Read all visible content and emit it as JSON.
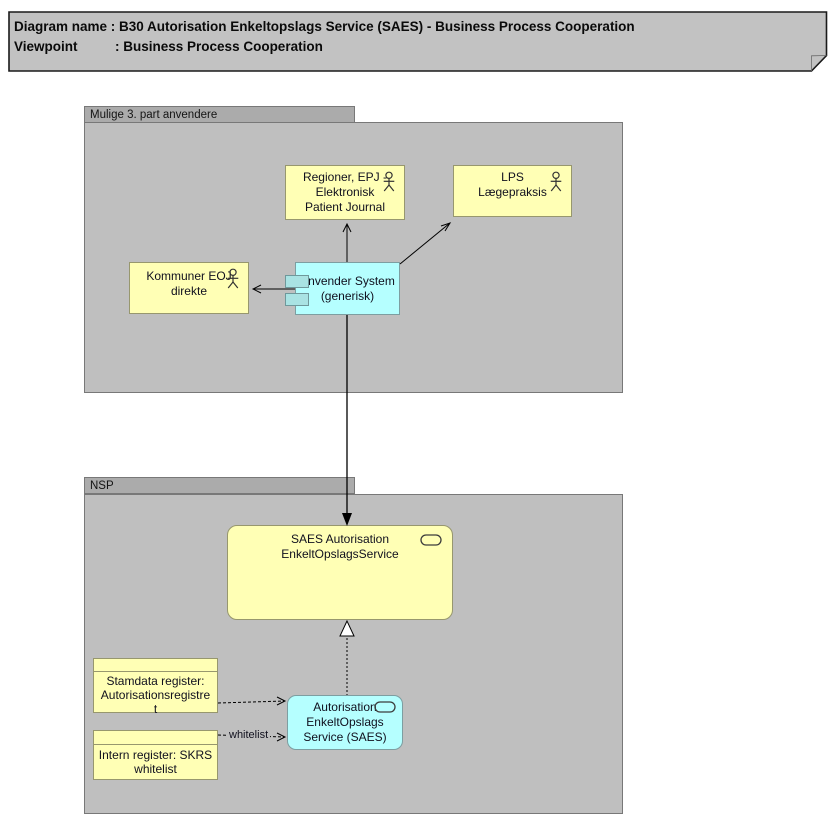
{
  "title": {
    "line1": "Diagram name : B30 Autorisation Enkeltopslags Service (SAES) - Business Process Cooperation",
    "line2": "Viewpoint          : Business Process Cooperation"
  },
  "groups": {
    "third_party": {
      "label": "Mulige 3. part anvendere"
    },
    "nsp": {
      "label": "NSP"
    }
  },
  "nodes": {
    "regioner": {
      "label": "Regioner, EPJ -\nElektronisk\nPatient Journal",
      "icon": "business-actor-icon"
    },
    "lps": {
      "label": "LPS\nLægepraksis",
      "icon": "business-actor-icon"
    },
    "kommuner": {
      "label": "Kommuner EOJ\ndirekte",
      "icon": "business-actor-icon"
    },
    "anvender": {
      "label": "Anvender System\n(generisk)",
      "icon": "component-icon"
    },
    "saes_service": {
      "label": "SAES Autorisation\nEnkeltOpslagsService",
      "icon": "service-icon"
    },
    "autorisation_service": {
      "label": "Autorisation\nEnkeltOpslags\nService (SAES)",
      "icon": "service-icon"
    },
    "stamdata": {
      "label": "Stamdata register:\nAutorisationsregistre\nt",
      "icon": "business-object-band"
    },
    "intern": {
      "label": "Intern register: SKRS\nwhitelist",
      "icon": "business-object-band"
    }
  },
  "relations": {
    "whitelist_label": "whitelist"
  },
  "colors": {
    "business_fill": "#FFFFB5",
    "application_fill": "#B5FFFF",
    "group_body": "#BFBFBF",
    "group_tab": "#ABABAB",
    "title_fill": "#C2C2C2"
  }
}
